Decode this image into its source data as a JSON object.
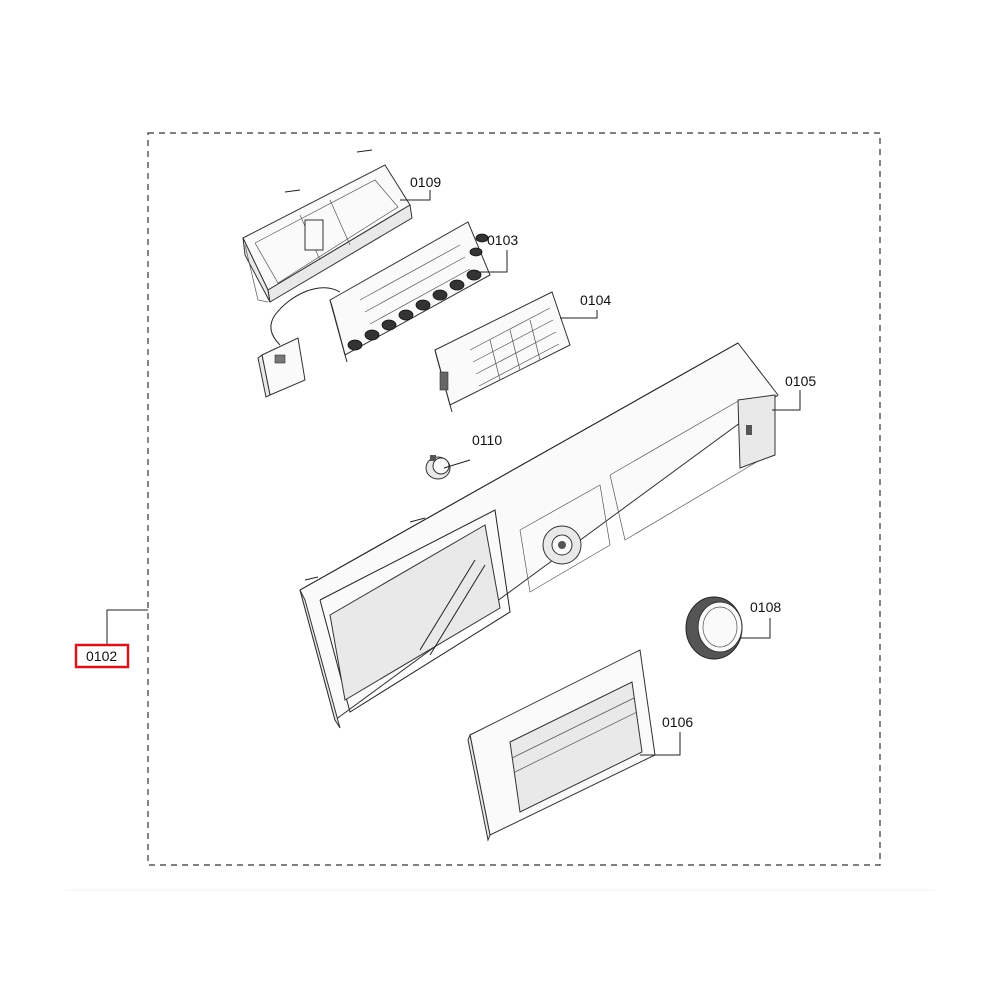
{
  "callouts": {
    "c0102": "0102",
    "c0103": "0103",
    "c0104": "0104",
    "c0105": "0105",
    "c0106": "0106",
    "c0108": "0108",
    "c0109": "0109",
    "c0110": "0110"
  },
  "colors": {
    "highlight": "#d0191f",
    "line": "#222222"
  }
}
